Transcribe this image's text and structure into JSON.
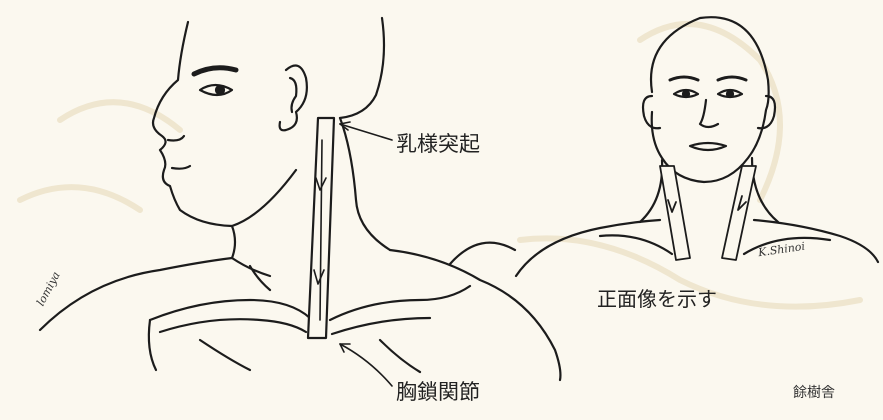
{
  "labels": {
    "mastoid": "乳様突起",
    "sternoclavicular": "胸鎖関節",
    "frontal_view": "正面像を示す"
  },
  "signatures": {
    "left": "lomiya",
    "right": "K.Shinoi",
    "bottom": "餘樹舎"
  },
  "colors": {
    "paper": "#fbf8ef",
    "ink": "#1c1c1c",
    "background_sketch": "#efe6cf"
  }
}
